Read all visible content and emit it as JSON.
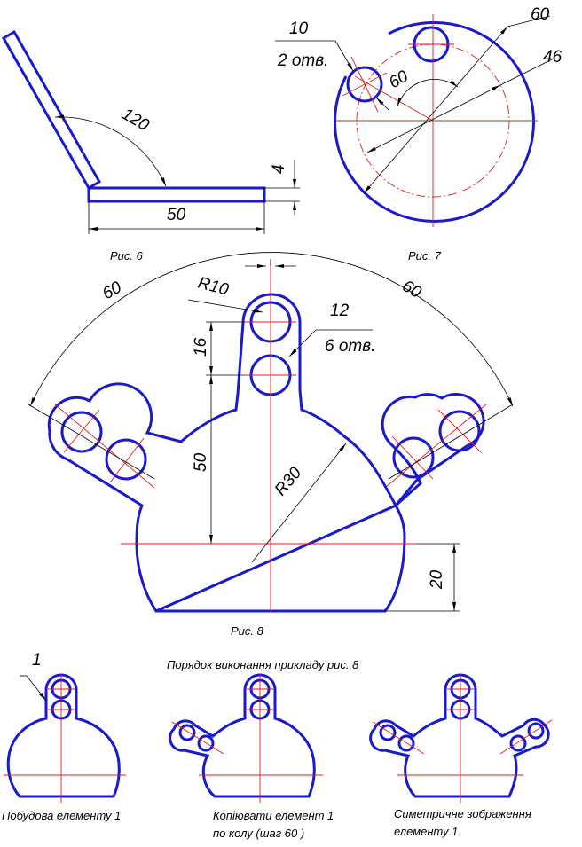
{
  "fig6": {
    "caption": "Рис. 6",
    "angle": "120",
    "thickness": "4",
    "length": "50"
  },
  "fig7": {
    "caption": "Рис. 7",
    "hole_dia": "10",
    "holes": "2 отв.",
    "angle": "60",
    "outer_dia": "60",
    "circle_dia": "46"
  },
  "fig8": {
    "caption": "Рис. 8",
    "radius": "R10",
    "hole_dia": "12",
    "holes": "6 отв.",
    "pitch": "16",
    "height": "50",
    "radius_big": "R30",
    "base": "20",
    "angle_left": "60",
    "angle_right": "60"
  },
  "steps": {
    "title": "Порядок виконання прикладу рис. 8",
    "marker": "1",
    "step1": "Побудова елементу 1",
    "step2_l1": "Копіювати елемент 1",
    "step2_l2": "по колу (шаг 60 )",
    "step3_l1": "Симетричне зображення",
    "step3_l2": "елементу 1"
  },
  "colors": {
    "outline": "#1a1acd",
    "axis": "#e21b1b",
    "dimension": "#000000"
  }
}
